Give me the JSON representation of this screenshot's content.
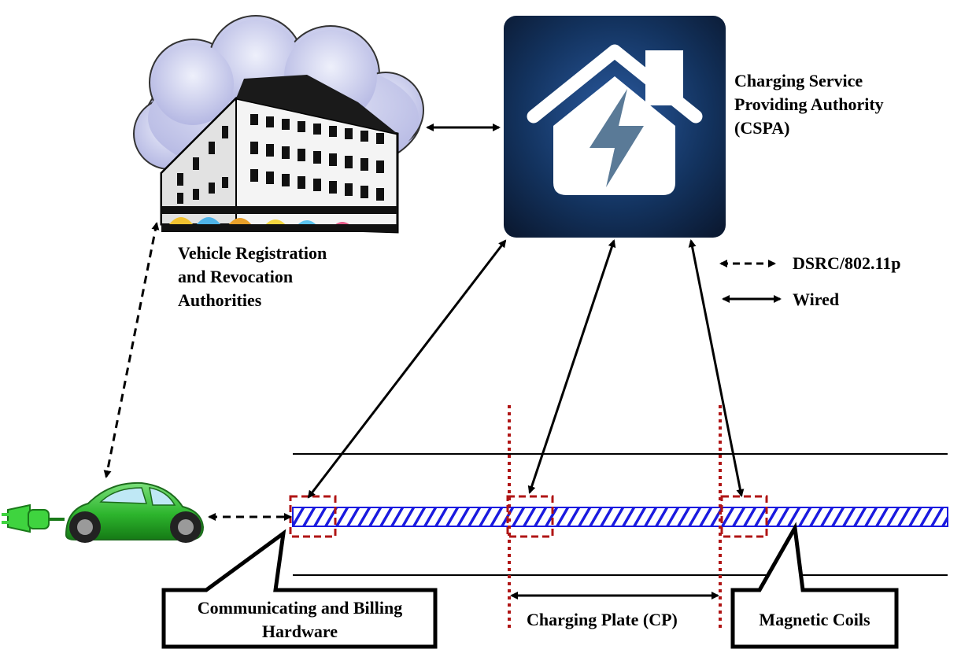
{
  "nodes": {
    "csp_authority": {
      "line1": "Charging Service",
      "line2": "Providing Authority",
      "line3": "(CSPA)"
    },
    "registration_authority": {
      "line1": "Vehicle Registration",
      "line2": "and Revocation",
      "line3": "Authorities"
    },
    "callout_billing": {
      "line1": "Communicating and Billing",
      "line2": "Hardware"
    },
    "callout_coils": {
      "line1": "Magnetic Coils"
    },
    "charging_plate": {
      "label": "Charging Plate (CP)"
    }
  },
  "legend": {
    "items": [
      {
        "style": "dashed",
        "label": "DSRC/802.11p"
      },
      {
        "style": "solid",
        "label": "Wired"
      }
    ]
  },
  "edges": [
    {
      "from": "csp_authority",
      "to": "registration_authority",
      "style": "solid"
    },
    {
      "from": "registration_authority",
      "to": "vehicle",
      "style": "dashed"
    },
    {
      "from": "vehicle",
      "to": "communicating_billing_hardware",
      "style": "dashed"
    },
    {
      "from": "csp_authority",
      "to": "communicating_billing_hardware",
      "style": "solid"
    },
    {
      "from": "csp_authority",
      "to": "charging_plate_start",
      "style": "solid"
    },
    {
      "from": "csp_authority",
      "to": "charging_plate_end",
      "style": "solid"
    }
  ],
  "colors": {
    "coil_blue": "#1a1adf",
    "marker_red": "#b01515",
    "icon_bg_dark": "#0b1a33",
    "icon_bg_light": "#2a5aa0",
    "car_green": "#2db52d"
  }
}
